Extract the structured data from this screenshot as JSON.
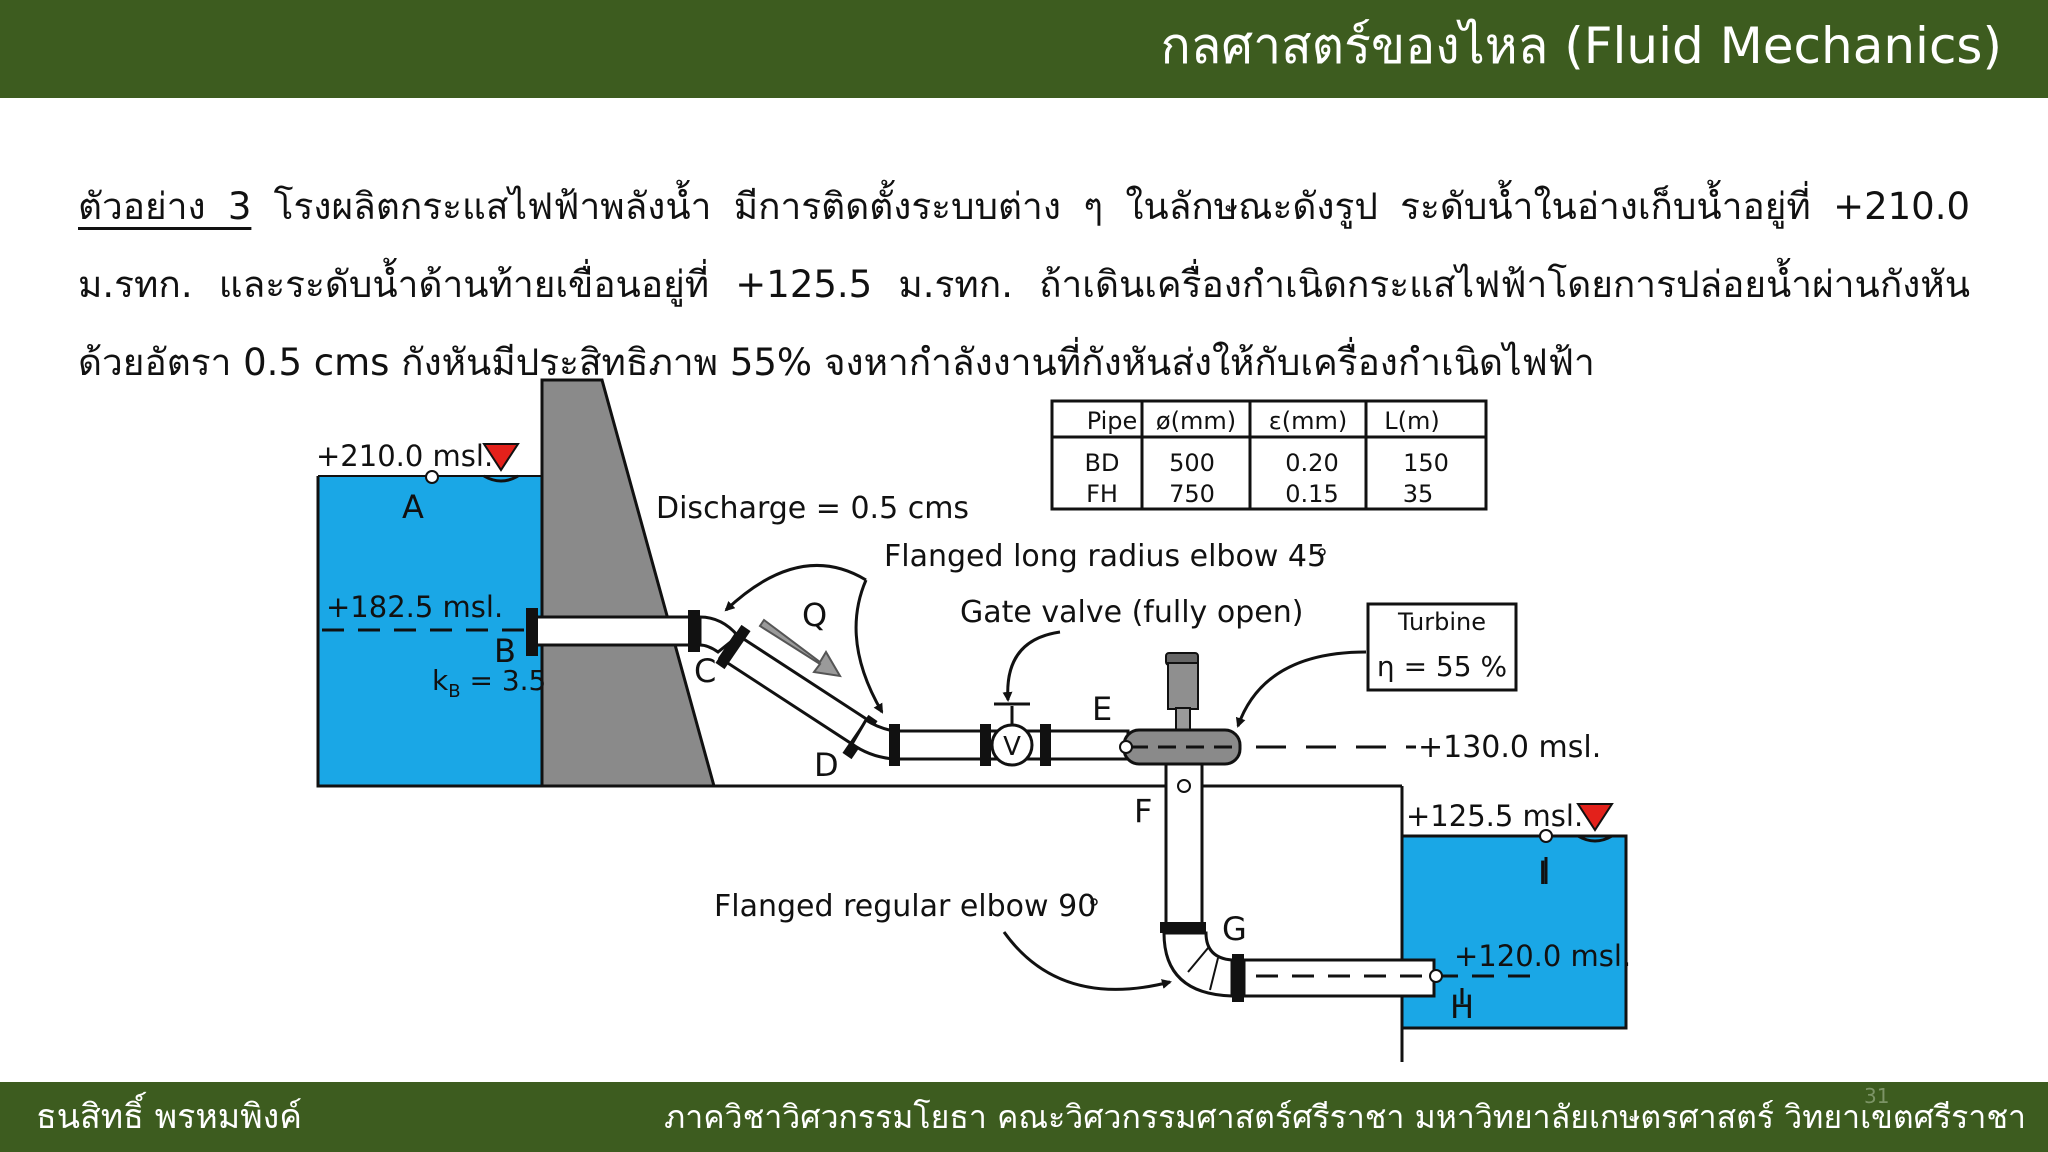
{
  "header": {
    "title": "กลศาสตร์ของไหล (Fluid Mechanics)"
  },
  "problem": {
    "label": "ตัวอย่าง 3",
    "text": " โรงผลิตกระแสไฟฟ้าพลังน้ำ มีการติดตั้งระบบต่าง ๆ ในลักษณะดังรูป ระดับน้ำในอ่างเก็บน้ำอยู่ที่ +210.0 ม.รทก. และระดับน้ำด้านท้ายเขื่อนอยู่ที่ +125.5 ม.รทก. ถ้าเดินเครื่องกำเนิดกระแสไฟฟ้าโดยการปล่อยน้ำผ่านกังหันด้วยอัตรา 0.5 cms กังหันมีประสิทธิภาพ 55% จงหากำลังงานที่กังหันส่งให้กับเครื่องกำเนิดไฟฟ้า"
  },
  "table": {
    "headers": [
      "Pipe",
      "ø(mm)",
      "ε(mm)",
      "L(m)"
    ],
    "rows": [
      [
        "BD",
        "500",
        "0.20",
        "150"
      ],
      [
        "FH",
        "750",
        "0.15",
        "35"
      ]
    ]
  },
  "diagram": {
    "level_reservoir": "+210.0 msl.",
    "level_inlet": "+182.5 msl.",
    "level_turbine": "+130.0 msl.",
    "level_tail": "+125.5 msl.",
    "level_outlet": "+120.0 msl.",
    "kb_main": "k",
    "kb_sub": "B",
    "kb_value": " = 3.5",
    "discharge": "Discharge = 0.5 cms",
    "elbow45": "Flanged long radius elbow 45",
    "gate_valve": "Gate valve (fully open)",
    "elbow90": "Flanged regular elbow 90",
    "valve_symbol": "V",
    "turbine_title": "Turbine",
    "turbine_eff": "η = 55 %",
    "points": {
      "A": "A",
      "B": "B",
      "C": "C",
      "D": "D",
      "E": "E",
      "F": "F",
      "G": "G",
      "H": "H",
      "I": "I",
      "Q": "Q"
    },
    "colors": {
      "water": "#1aa7e6",
      "dam": "#8a8a8a",
      "marker": "#e3211b",
      "header": "#3d5c1f"
    }
  },
  "footer": {
    "author": "ธนสิทธิ์ พรหมพิงค์",
    "dept": "ภาควิชาวิศวกรรมโยธา คณะวิศวกรรมศาสตร์ศรีราชา มหาวิทยาลัยเกษตรศาสตร์ วิทยาเขตศรีราชา",
    "page": "31"
  }
}
